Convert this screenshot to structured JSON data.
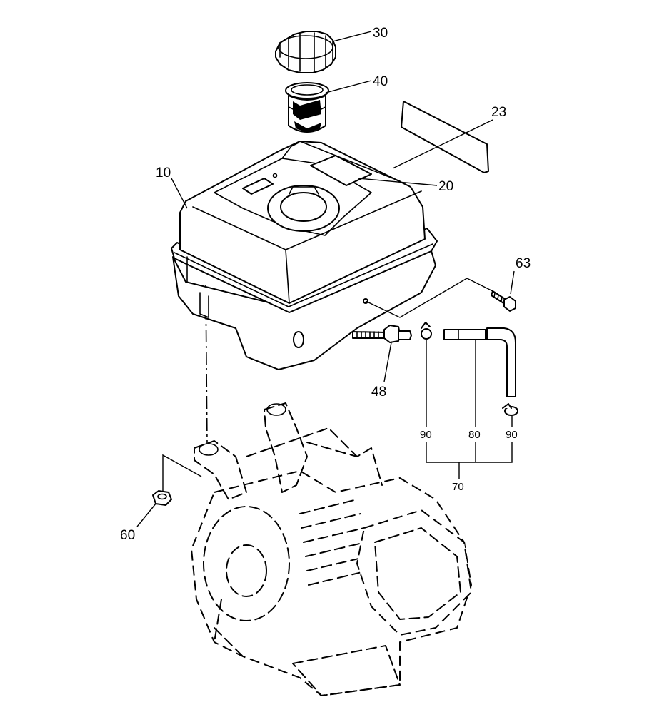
{
  "callouts": {
    "c30": "30",
    "c40": "40",
    "c23": "23",
    "c10": "10",
    "c20": "20",
    "c63": "63",
    "c48": "48",
    "c90a": "90",
    "c80": "80",
    "c90b": "90",
    "c70": "70",
    "c60": "60"
  },
  "parts": [
    {
      "ref": "10",
      "name": "fuel-tank"
    },
    {
      "ref": "20",
      "name": "tank-label"
    },
    {
      "ref": "23",
      "name": "decal"
    },
    {
      "ref": "30",
      "name": "fuel-cap"
    },
    {
      "ref": "40",
      "name": "fuel-strainer"
    },
    {
      "ref": "48",
      "name": "fuel-valve"
    },
    {
      "ref": "60",
      "name": "flange-nut"
    },
    {
      "ref": "63",
      "name": "flange-bolt"
    },
    {
      "ref": "70",
      "name": "fuel-line-assembly"
    },
    {
      "ref": "80",
      "name": "fuel-hose"
    },
    {
      "ref": "90",
      "name": "hose-clamp"
    }
  ]
}
